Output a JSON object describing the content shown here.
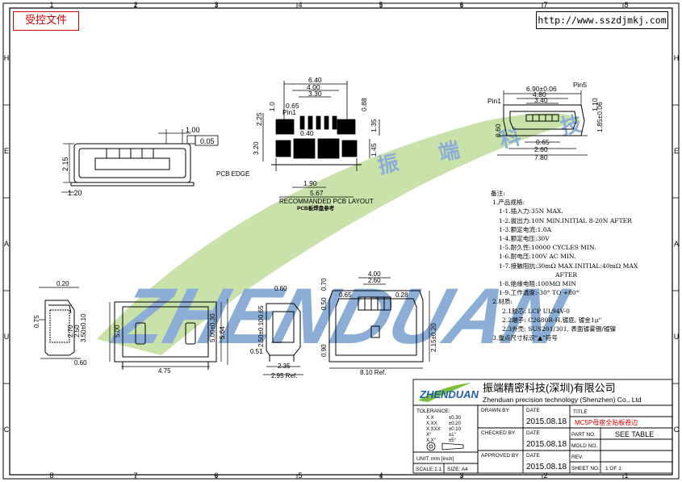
{
  "header": {
    "controlled_stamp": "受控文件",
    "url": "http://www.sszdjmkj.com"
  },
  "border": {
    "top_numbers": [
      "1",
      "2",
      "3",
      "4",
      "5",
      "6",
      "7",
      "8"
    ],
    "bottom_numbers": [
      "8",
      "7",
      "6",
      "5",
      "4",
      "3",
      "2",
      "1"
    ],
    "left_letters": [
      "H",
      "E",
      "A",
      "U",
      "C"
    ],
    "right_letters": [
      "H",
      "E",
      "A",
      "U",
      "C"
    ]
  },
  "watermark": {
    "text": "ZHENDUAN",
    "cn": "振 端 科 技"
  },
  "dims": {
    "front_top": "1.00",
    "front_flat": "0.05",
    "front_h": "2.15",
    "front_w": "1.20",
    "pcb_edge": "PCB EDGE",
    "pad_640": "6.40",
    "pad_400": "4.00",
    "pad_330": "3.30",
    "pad_065": "0.65",
    "pin1": "Pin1",
    "pad_040": "0.40",
    "pad_010": "1.0",
    "pad_225": "2.25",
    "pad_088": "0.88",
    "pad_135": "1.35",
    "pad_320": "3.20",
    "pad_145": "1.45",
    "pad_190": "1.90",
    "pad_567": "5.67",
    "layout_title": "RECOMMANDED PCB LAYOUT",
    "layout_cn": "PCB板焊盘参考",
    "top_690": "6.90±0.06",
    "top_480": "4.80",
    "top_340": "3.40",
    "top_pin5": "Pin5",
    "top_pin1": "Pin1",
    "top_110": "1.10",
    "top_060": "0.60",
    "top_185": "1.85±0.06",
    "top_065": "0.65",
    "top_260": "2.60",
    "top_780": "7.80",
    "side_020": "0.20",
    "side_075": "0.75",
    "side_270": "2.70",
    "side_250": "2.50",
    "side_350": "3.50±0.10",
    "side_060": "0.60",
    "bot_500": "5.00",
    "bot_500b": "5.00±0.30",
    "bot_564": "5.64",
    "bot_475": "4.75",
    "r_060": "0.60",
    "r_065": "0.65",
    "r_250": "2.50±0.10",
    "r_051": "0.51",
    "r_235": "2.35",
    "r_295": "2.95 Ref.",
    "e_400": "4.00",
    "e_260": "2.60",
    "e_070": "0.70",
    "e_065": "0.65",
    "e_028": "0.28",
    "e_050": "0.50",
    "e_090": "0.90",
    "e_215": "2.15±0.20",
    "e_810": "8.10 Ref."
  },
  "notes": {
    "title": "备注:",
    "lines": [
      "1.产品规格:",
      "1-1.插入力:35N MAX.",
      "1-2.拔出力:10N MIN.INITIAL 8-20N AFTER",
      "1-3.额定电流:1.0A",
      "1-4.额定电压:30V",
      "1-5.耐久性:10000 CYCLES MIN.",
      "1-6.耐电压:100V AC MIN.",
      "1-7.接触阻抗:30mΩ MAX.INITIAL:40mΩ MAX",
      "AFTER",
      "1-8.绝缘电阻:100MΩ MIN",
      "1-9.工作温度:-30° TO +80°",
      "2.材质:",
      "2.1胶芯: LCP UL94V-0",
      "2.2端子: C2680R-H,镀底, 镀金1μ\"",
      "2.3外壳: SUS201/301, 表面镀雾锡/镀镍",
      "3.重点尺寸标识\"▲\"符号"
    ]
  },
  "titleblock": {
    "logo": "ZHENDUAN",
    "company_cn": "振端精密科技(深圳)有限公司",
    "company_en": "Zhenduan precision technology (Shenzhen) Co., Ltd",
    "tolerance_label": "TOLERANCE:",
    "tolerances": [
      [
        "X.X",
        "±0.30"
      ],
      [
        "X.XX",
        "±0.20"
      ],
      [
        "X.XXX",
        "±0.10"
      ],
      [
        "X°",
        "±1°"
      ],
      [
        "X.X°",
        "±5°"
      ]
    ],
    "unit": "UNIT: mm [inch]",
    "scale": "SCALE:1:1",
    "size": "SIZE: A4",
    "drawn_by": "DRAWN BY",
    "checked_by": "CHECKED BY",
    "approved_by": "APPROVED BY",
    "date_label": "DATE",
    "date1": "2015.08.18",
    "date2": "2015.08.18",
    "date3": "2015.08.18",
    "title_label": "TITLE",
    "title": "MC5P母座全贴板卷边",
    "part_no_label": "PART NO.",
    "part_no": "SEE TABLE",
    "mold_no_label": "MOLD NO.",
    "rev_label": "REV.",
    "sheet_no_label": "SHEET NO.",
    "sheet_no": "1 OF 1"
  },
  "colors": {
    "line": "#000000",
    "stamp": "#cc0000",
    "watermark_blue": "#1f5fa8",
    "watermark_green": "#7fbf3f",
    "title_red": "#d00000"
  }
}
